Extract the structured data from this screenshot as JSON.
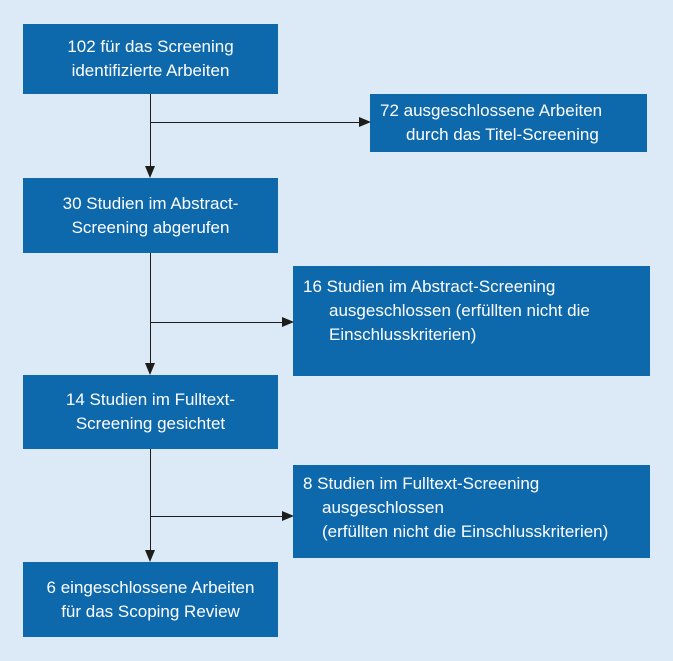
{
  "diagram": {
    "type": "screening-flowchart",
    "colors": {
      "background": "#dce9f6",
      "box_fill": "#0d68ac",
      "box_text": "#ffffff",
      "connector": "#1d1d1b"
    },
    "nodes": [
      {
        "id": "identified",
        "count": 102,
        "text": "102 für das Screening identifizierte Arbeiten",
        "lines": [
          "102 für das Screening",
          "identifizierte Arbeiten"
        ]
      },
      {
        "id": "abstract_screening",
        "count": 30,
        "text": "30 Studien im Abstract-Screening abgerufen",
        "lines": [
          "30 Studien im Abstract-",
          "Screening abgerufen"
        ]
      },
      {
        "id": "fulltext_screening",
        "count": 14,
        "text": "14 Studien im Fulltext-Screening gesichtet",
        "lines": [
          "14 Studien im Fulltext-",
          "Screening gesichtet"
        ]
      },
      {
        "id": "included",
        "count": 6,
        "text": "6 eingeschlossene Arbeiten für das Scoping Review",
        "lines": [
          "6 eingeschlossene Arbeiten",
          "für das Scoping Review"
        ]
      }
    ],
    "exclusions": [
      {
        "id": "excluded_title_screening",
        "count": 72,
        "text": "72 ausgeschlossene Arbeiten durch das Titel-Screening",
        "lines": [
          "72 ausgeschlossene Arbeiten",
          "durch das Titel-Screening"
        ]
      },
      {
        "id": "excluded_abstract_screening",
        "count": 16,
        "text": "16 Studien im Abstract-Screening ausgeschlossen (erfüllten nicht die Einschlusskriterien)",
        "lines": [
          "16 Studien im Abstract-Screening",
          "ausgeschlossen (erfüllten nicht die",
          "Einschlusskriterien)"
        ]
      },
      {
        "id": "excluded_fulltext_screening",
        "count": 8,
        "text": "8 Studien im Fulltext-Screening ausgeschlossen (erfüllten nicht die Einschlusskriterien)",
        "lines": [
          "8 Studien im Fulltext-Screening",
          "ausgeschlossen",
          "(erfüllten nicht die Einschlusskriterien)"
        ]
      }
    ]
  }
}
